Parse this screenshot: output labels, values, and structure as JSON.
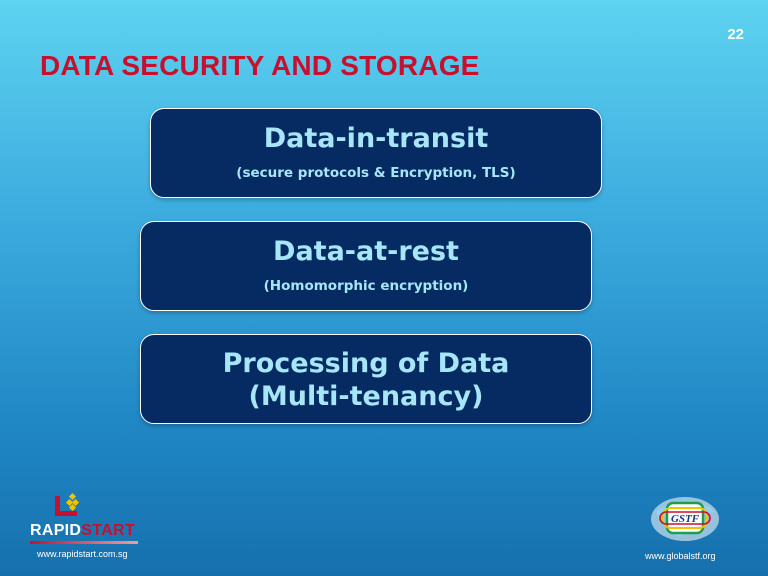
{
  "slide": {
    "number": "22",
    "title": "DATA SECURITY AND STORAGE"
  },
  "boxes": [
    {
      "heading": "Data-in-transit",
      "subtitle": "(secure protocols & Encryption, TLS)"
    },
    {
      "heading": "Data-at-rest",
      "subtitle": "(Homomorphic encryption)"
    },
    {
      "heading_line1": "Processing of Data",
      "heading_line2": "(Multi-tenancy)"
    }
  ],
  "footer": {
    "left_logo_word_1": "RAPID",
    "left_logo_word_2": "START",
    "left_url": "www.rapidstart.com.sg",
    "right_logo_text": "GSTF",
    "right_url": "www.globalstf.org"
  },
  "colors": {
    "title": "#c8102e",
    "box_fill": "#062b63",
    "box_text": "#a7e6f7",
    "background_top": "#5ed3f0",
    "background_bottom": "#1670ad"
  }
}
